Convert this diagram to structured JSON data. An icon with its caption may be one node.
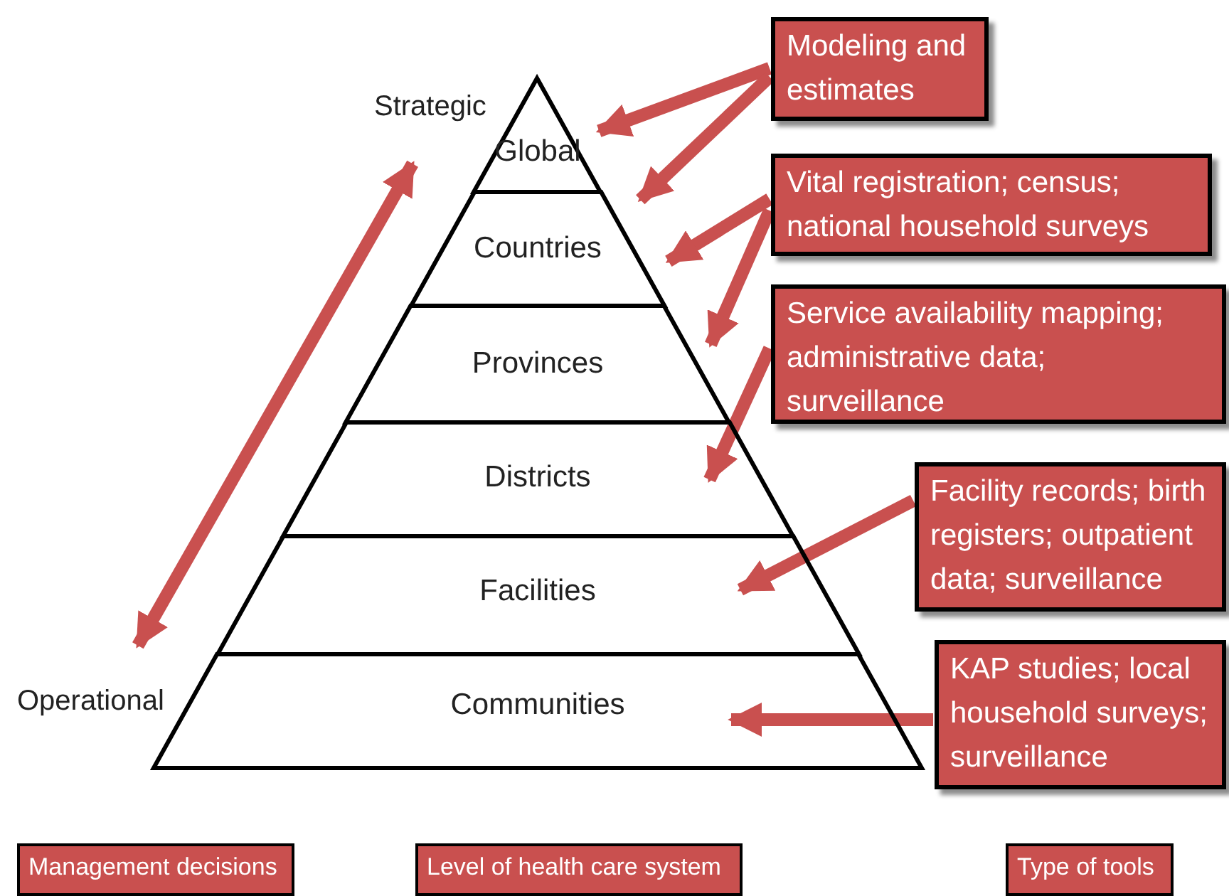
{
  "diagram": {
    "nodes": [
      {
        "text": [
          "Global"
        ]
      },
      {
        "text": [
          "Countries"
        ]
      },
      {
        "text": [
          "Provinces"
        ]
      },
      {
        "text": [
          "Districts"
        ]
      },
      {
        "text": [
          "Facilities"
        ]
      },
      {
        "text": [
          "Communities"
        ]
      },
      {
        "text": [
          "Modeling and estimates"
        ]
      },
      {
        "text": [
          "Vital registration; census; national household surveys"
        ]
      },
      {
        "text": [
          "Service availability mapping; administrative data; surveillance"
        ]
      },
      {
        "text": [
          "Facility records; birth registers; outpatient data; surveillance"
        ]
      },
      {
        "text": [
          "KAP studies; local household surveys; surveillance"
        ]
      },
      {
        "text": [
          "Strategic"
        ]
      },
      {
        "text": [
          "Operational"
        ]
      },
      {
        "text": [
          "Management decisions"
        ]
      },
      {
        "text": [
          "Level of health care system"
        ]
      },
      {
        "text": [
          "Type of tools"
        ]
      }
    ],
    "edges": [
      {
        "from": 6,
        "to": 0,
        "arrow": "to"
      },
      {
        "from": 6,
        "to": 1,
        "arrow": "to"
      },
      {
        "from": 7,
        "to": 1,
        "arrow": "to"
      },
      {
        "from": 7,
        "to": 2,
        "arrow": "to"
      },
      {
        "from": 8,
        "to": 3,
        "arrow": "to"
      },
      {
        "from": 9,
        "to": 4,
        "arrow": "to"
      },
      {
        "from": 10,
        "to": 5,
        "arrow": "to"
      },
      {
        "from": 11,
        "to": 12,
        "arrow": "both"
      }
    ]
  }
}
